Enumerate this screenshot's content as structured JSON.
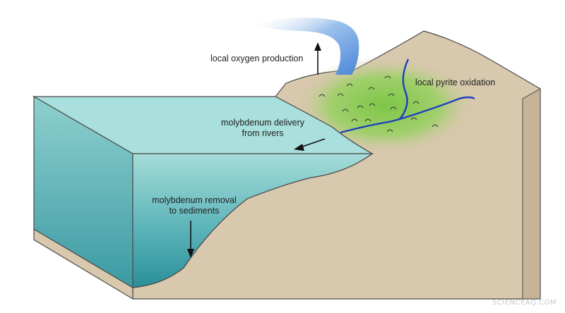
{
  "labels": {
    "oxygen": "local oxygen production",
    "pyrite": "local pyrite oxidation",
    "delivery_line1": "molybdenum delivery",
    "delivery_line2": "from rivers",
    "removal_line1": "molybdenum removal",
    "removal_line2": "to sediments"
  },
  "watermark": "SCIENCEAQ.COM",
  "colors": {
    "ocean_top": "#a9dfdc",
    "ocean_front": "#3fa3aa",
    "ocean_side": "#6fbfc4",
    "land": "#d8c8ad",
    "land_side": "#c6b497",
    "vegetation": "#7fc84a",
    "river": "#1f3fbf",
    "oxygen_plume": "#4a86d8",
    "outline": "#4a4a4a"
  }
}
